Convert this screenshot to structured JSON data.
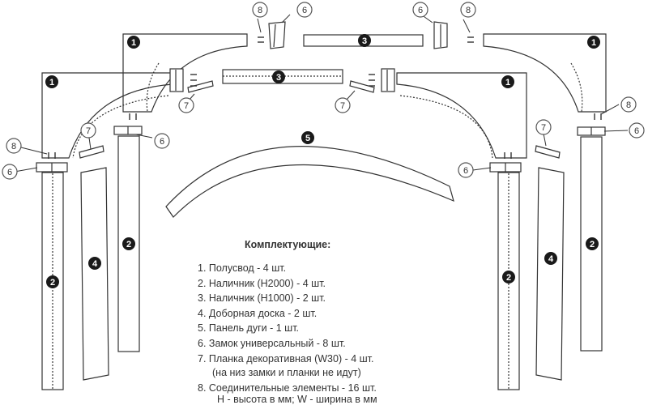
{
  "legend": {
    "title": "Комплектующие:",
    "items": [
      "1. Полусвод - 4 шт.",
      "2. Наличник (H2000) - 4 шт.",
      "3. Наличник (H1000) - 2 шт.",
      "4. Доборная доска - 2 шт.",
      "5. Панель дуги - 1 шт.",
      "6. Замок универсальный - 8 шт.",
      "7. Планка декоративная (W30) - 4 шт.",
      "(на низ замки и планки не идут)",
      "8. Соединительные элементы - 16 шт."
    ]
  },
  "footnote": "H - высота в мм; W - ширина в мм",
  "markers": {
    "part1": "1",
    "part2": "2",
    "part3": "3",
    "part4": "4",
    "part5": "5",
    "part6": "6",
    "part7": "7",
    "part8": "8"
  },
  "colors": {
    "stroke": "#333333",
    "filled_marker": "#1a1a1a",
    "outline_marker": "#555555"
  }
}
